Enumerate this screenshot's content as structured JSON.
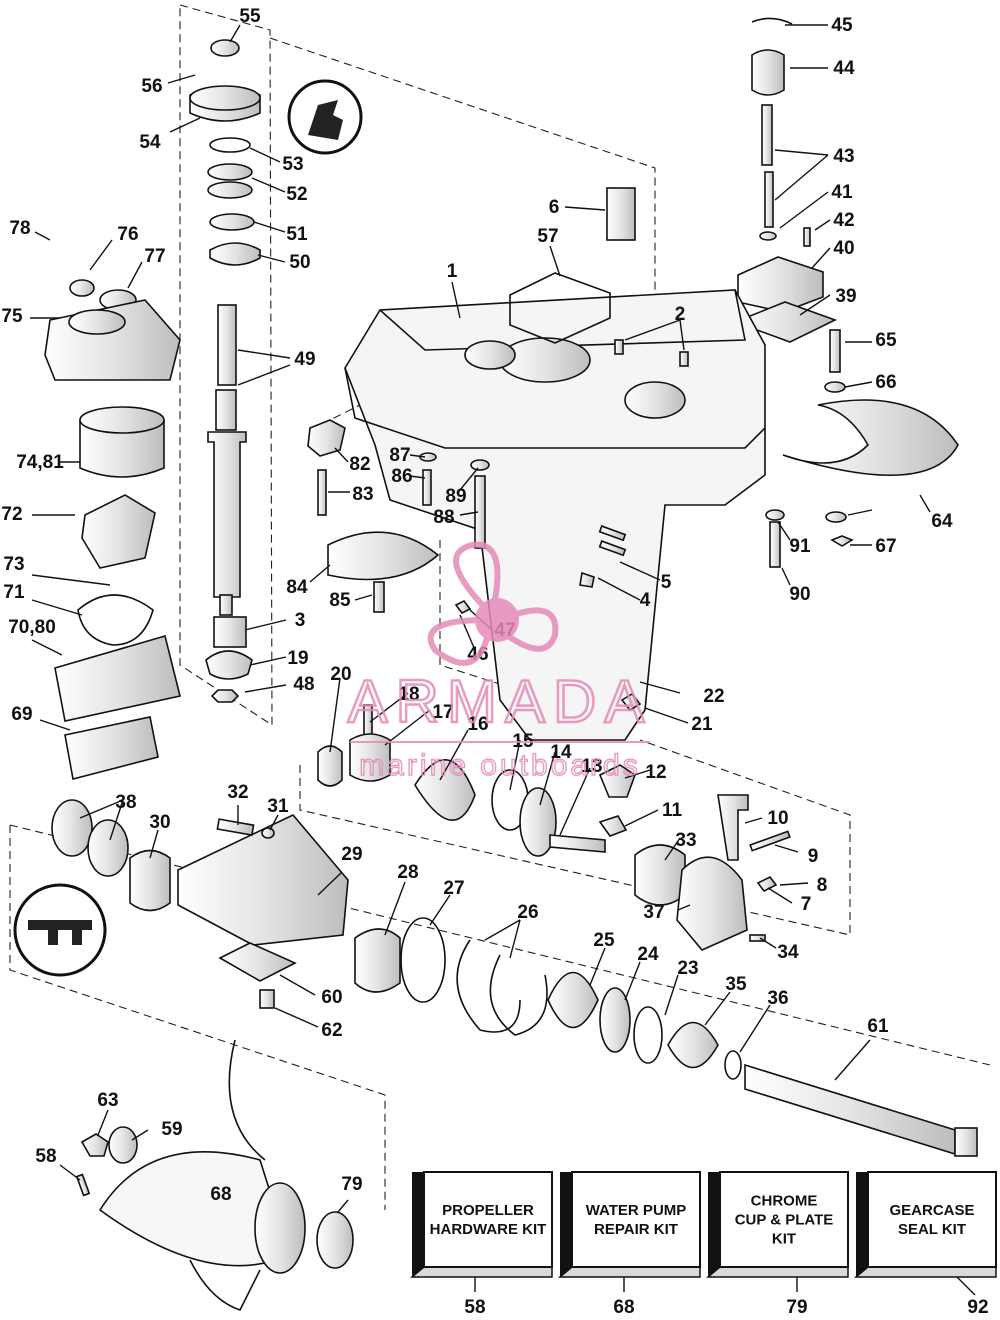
{
  "watermark": {
    "brand": "ARMADA",
    "tagline": "marine outboards",
    "color": "#e48bb8"
  },
  "part_labels": [
    "55",
    "56",
    "54",
    "53",
    "52",
    "51",
    "50",
    "49",
    "78",
    "76",
    "77",
    "75",
    "74,81",
    "72",
    "73",
    "71",
    "70,80",
    "69",
    "3",
    "19",
    "48",
    "45",
    "44",
    "43",
    "41",
    "42",
    "40",
    "39",
    "65",
    "66",
    "64",
    "67",
    "90",
    "91",
    "6",
    "57",
    "1",
    "2",
    "82",
    "83",
    "87",
    "86",
    "89",
    "88",
    "84",
    "85",
    "5",
    "4",
    "47",
    "46",
    "22",
    "21",
    "20",
    "18",
    "17",
    "16",
    "15",
    "14",
    "13",
    "12",
    "11",
    "10",
    "9",
    "8",
    "7",
    "34",
    "33",
    "37",
    "38",
    "30",
    "32",
    "31",
    "29",
    "28",
    "27",
    "26",
    "25",
    "24",
    "23",
    "35",
    "36",
    "61",
    "60",
    "62",
    "63",
    "59",
    "58",
    "68",
    "79",
    "92"
  ],
  "kits": [
    {
      "lines": [
        "PROPELLER",
        "HARDWARE KIT"
      ],
      "number": "58"
    },
    {
      "lines": [
        "WATER PUMP",
        "REPAIR KIT"
      ],
      "number": "68"
    },
    {
      "lines": [
        "CHROME",
        "CUP & PLATE",
        "KIT"
      ],
      "number": "79"
    },
    {
      "lines": [
        "GEARCASE",
        "SEAL KIT"
      ],
      "number": "92"
    }
  ],
  "colors": {
    "ink": "#111111",
    "paper": "#ffffff",
    "shade": "#d9d9d9"
  },
  "icons": [
    "sealant-tube-icon",
    "grease-seal-icon"
  ]
}
